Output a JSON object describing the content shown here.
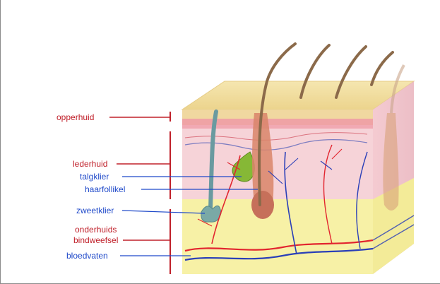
{
  "labels": {
    "opperhuid": "opperhuid",
    "lederhuid": "lederhuid",
    "talgklier": "talgklier",
    "haarfollikel": "haarfollikel",
    "zweetklier": "zweetklier",
    "onderhuids_1": "onderhuids",
    "onderhuids_2": "bindweefsel",
    "bloedvaten": "bloedvaten"
  },
  "colors": {
    "layer_label": "#c0202a",
    "structure_label": "#1f49c9",
    "epidermis": "#f2e2a6",
    "dermis": "#f6cdd3",
    "hypodermis": "#f7f0a0",
    "hair": "#8b6a4a",
    "artery": "#e2252f",
    "vein": "#2a3fb8"
  }
}
